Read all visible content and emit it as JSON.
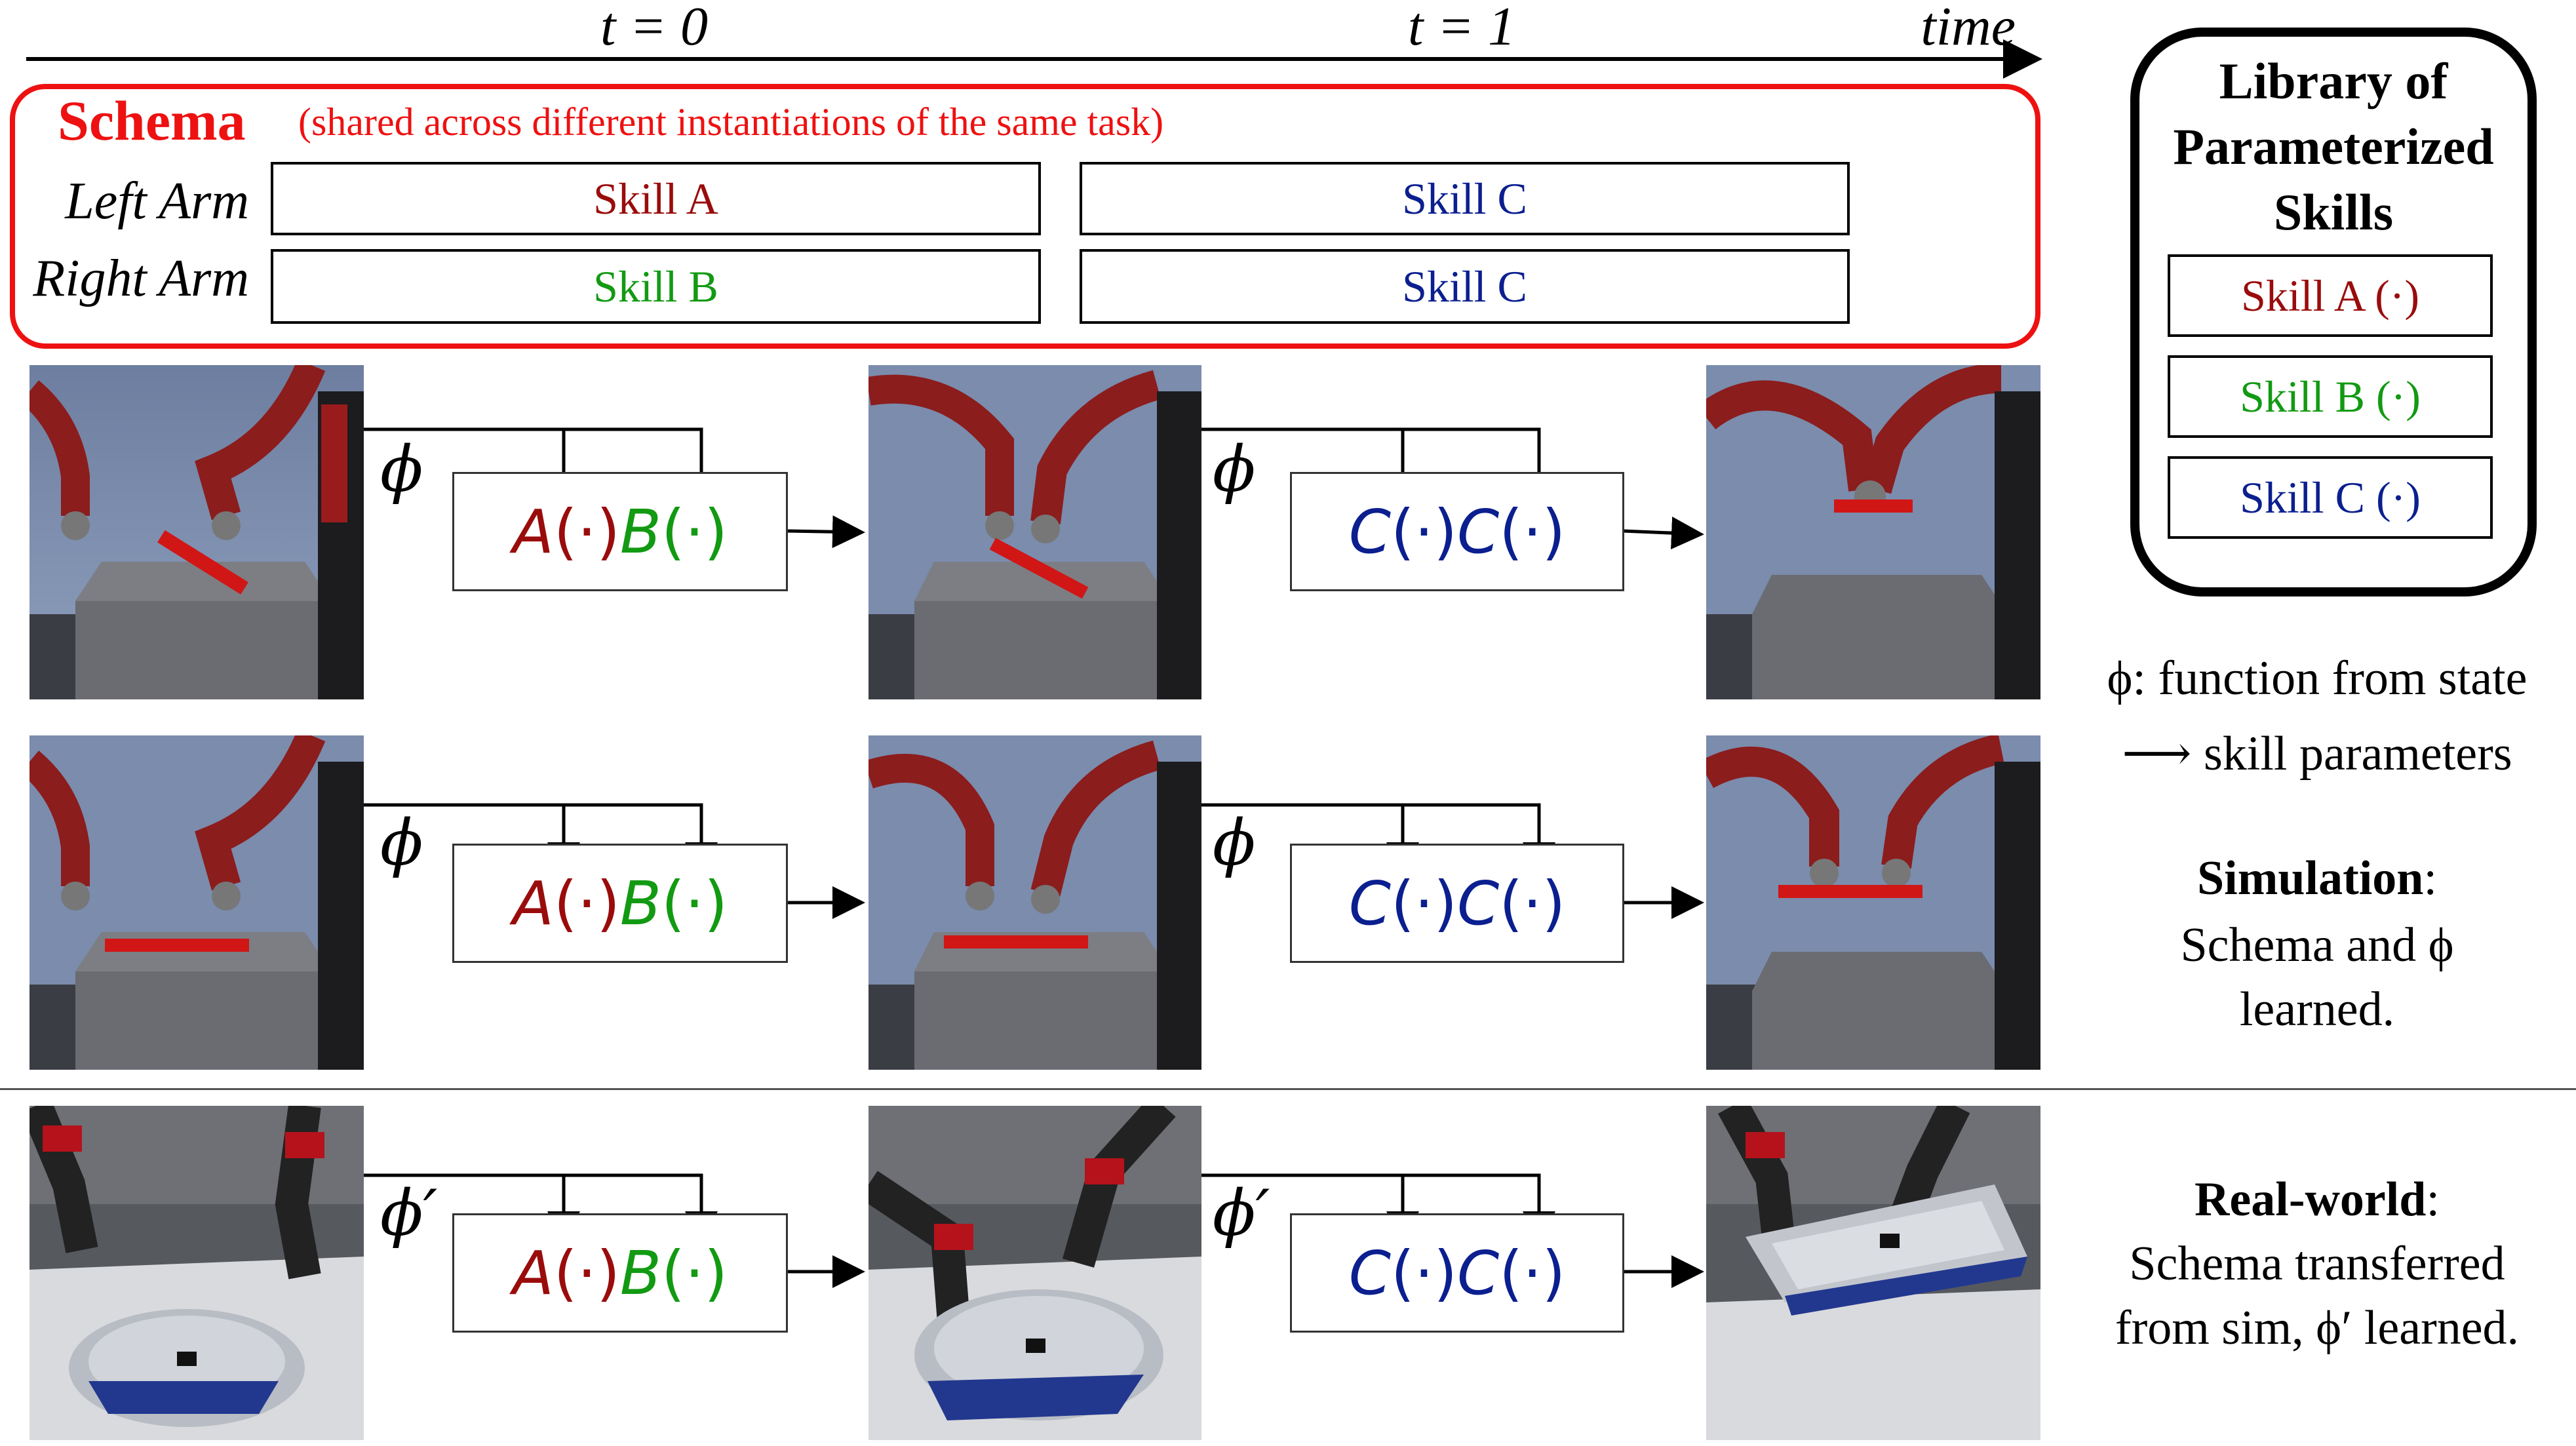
{
  "timeline": {
    "t0": "t = 0",
    "t1": "t = 1",
    "time": "time"
  },
  "schema": {
    "title": "Schema",
    "subtitle": "(shared across different instantiations of the same task)",
    "left_arm": "Left Arm",
    "right_arm": "Right Arm",
    "cells": {
      "left_t0": "Skill A",
      "left_t1": "Skill C",
      "right_t0": "Skill B",
      "right_t1": "Skill C"
    }
  },
  "rows": [
    {
      "phi": "ϕ",
      "box1": [
        "A",
        "(·)",
        "B",
        "(·)"
      ],
      "box2": [
        "C",
        "(·)",
        "C",
        "(·)"
      ]
    },
    {
      "phi": "ϕ",
      "box1": [
        "A",
        "(·)",
        "B",
        "(·)"
      ],
      "box2": [
        "C",
        "(·)",
        "C",
        "(·)"
      ]
    },
    {
      "phi": "ϕ′",
      "box1": [
        "A",
        "(·)",
        "B",
        "(·)"
      ],
      "box2": [
        "C",
        "(·)",
        "C",
        "(·)"
      ]
    }
  ],
  "library": {
    "title_line1": "Library of",
    "title_line2": "Parameterized",
    "title_line3": "Skills",
    "items": [
      "Skill A (·)",
      "Skill B (·)",
      "Skill C (·)"
    ]
  },
  "notes": {
    "phi_def_1": "ϕ: function from state",
    "phi_def_2": "⟶ skill parameters",
    "sim_title": "Simulation",
    "sim_colon": ":",
    "sim_line2": "Schema and ϕ",
    "sim_line3": "learned.",
    "real_title": "Real-world",
    "real_colon": ":",
    "real_line2": "Schema transferred",
    "real_line3": "from sim, ϕ′ learned."
  },
  "colors": {
    "schema_red": "#ee1111",
    "skill_a": "#9a0c0c",
    "skill_b": "#129a12",
    "skill_c": "#0b1f8f"
  }
}
